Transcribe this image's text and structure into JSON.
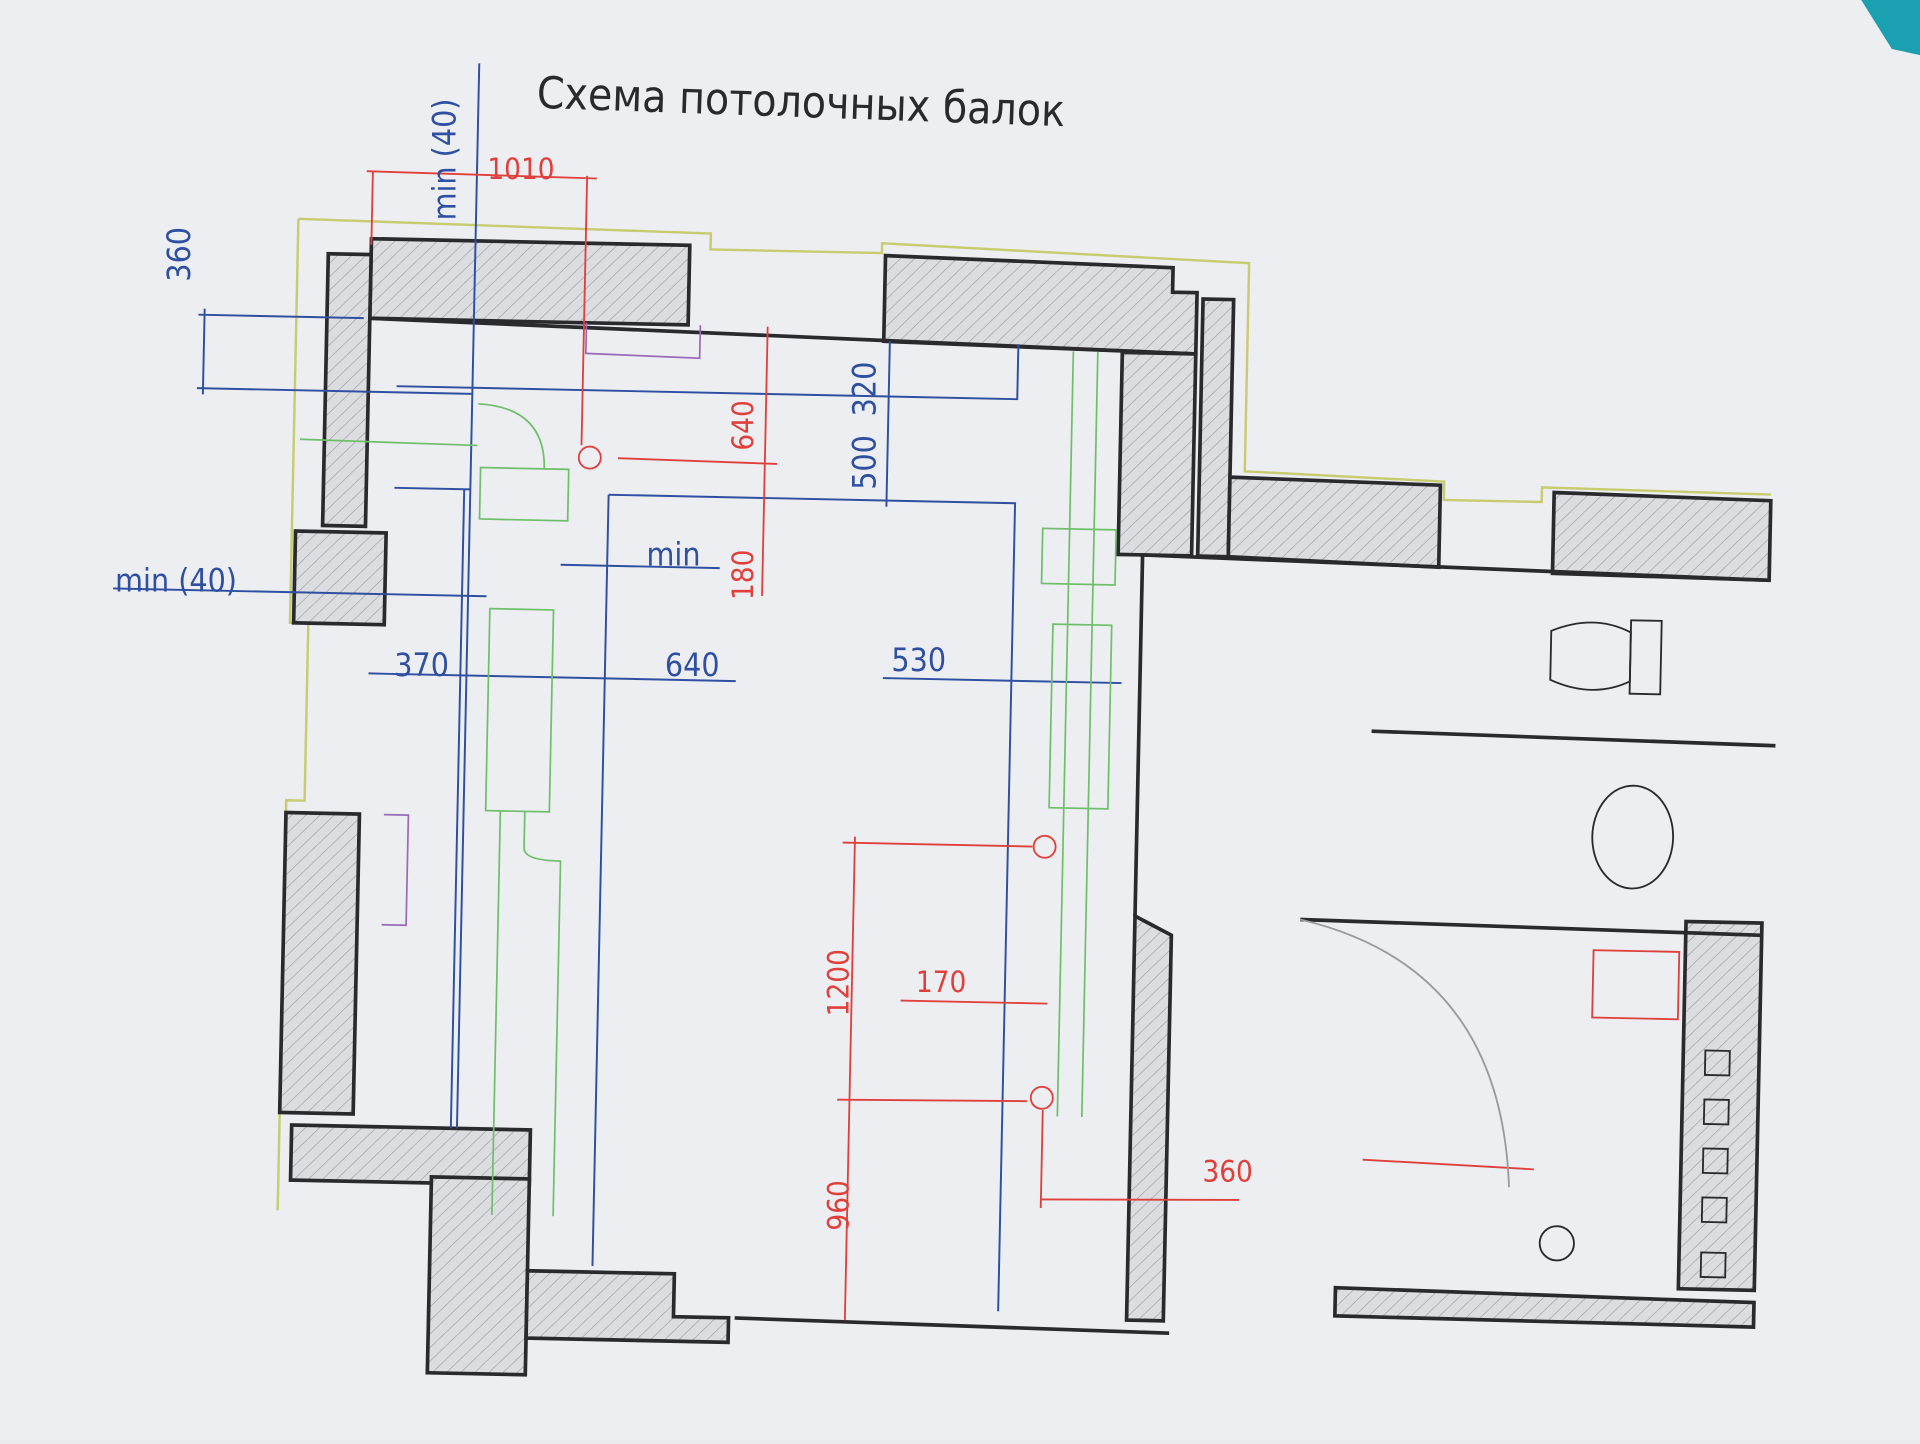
{
  "title": "Схема потолочных балок",
  "colors": {
    "paper": "#eceef1",
    "wall": "#2a2a2e",
    "hatch": "#9a9aa0",
    "blue_dim": "#2f4fa0",
    "red_dim": "#e0403c",
    "green_duct": "#6fbf6a",
    "yellow_outline": "#c8cc70",
    "purple": "#9a6ab8",
    "teal_corner": "#1aa0b0"
  },
  "dimensions": {
    "blue": {
      "min40_top": "min (40)",
      "d360": "360",
      "d320": "320",
      "d500": "500",
      "min": "min",
      "min40_left": "min (40)",
      "d370": "370",
      "d640": "640",
      "d530": "530"
    },
    "red": {
      "d1010": "1010",
      "d640": "640",
      "d180": "180",
      "d1200": "1200",
      "d170": "170",
      "d960": "960",
      "d360": "360"
    }
  }
}
